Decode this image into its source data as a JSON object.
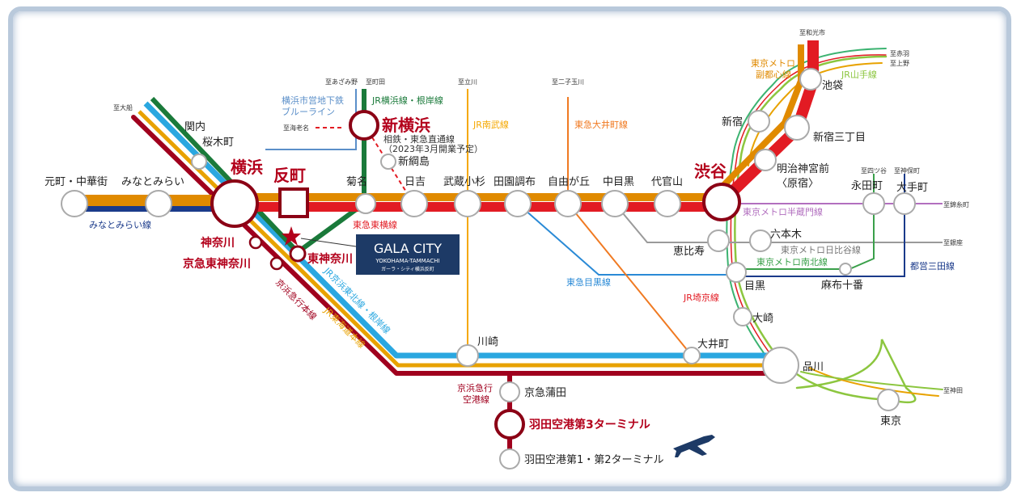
{
  "colors": {
    "tokyu_toyoko": "#e21b23",
    "minatomirai_orange": "#e08a00",
    "keikyu": "#c8102e",
    "keikyu_dark": "#a0001e",
    "jr_keihin_tohoku": "#2aa7e0",
    "jr_yokohama": "#1a7a3a",
    "jr_tokaido": "#e8a200",
    "jr_nambu": "#f5a800",
    "oimachi": "#f07a22",
    "meguro_line": "#2a8ad6",
    "namboku": "#3aa04a",
    "hanzomon": "#b26fbf",
    "hibiya": "#9a9a9a",
    "mita": "#1a3a8a",
    "yamanote": "#8cc63f",
    "saikyo": "#3cb371",
    "subway_blue": "#5b8fc9",
    "frame": "#b9c9db"
  },
  "stations": {
    "motomachi": "元町・中華街",
    "minatomirai": "みなとみらい",
    "yokohama": "横浜",
    "tammachi": "反町",
    "kannai": "関内",
    "sakuragicho": "桜木町",
    "kanagawa": "神奈川",
    "keikyu_higashikanagawa": "京急東神奈川",
    "higashikanagawa": "東神奈川",
    "kikuna": "菊名",
    "shinyokohama": "新横浜",
    "shintsunashima": "新綱島",
    "hiyoshi": "日吉",
    "musashikosugi": "武蔵小杉",
    "denenchofu": "田園調布",
    "jiyugaoka": "自由が丘",
    "nakameguro": "中目黒",
    "daikanyama": "代官山",
    "shibuya": "渋谷",
    "ebisu": "恵比寿",
    "roppongi": "六本木",
    "meguro": "目黒",
    "azabujuban": "麻布十番",
    "meijijingumae": "明治神宮前",
    "harajuku": "〈原宿〉",
    "shinjuku": "新宿",
    "shinjukusanchome": "新宿三丁目",
    "ikebukuro": "池袋",
    "nagatacho": "永田町",
    "otemachi": "大手町",
    "osaki": "大崎",
    "kawasaki": "川崎",
    "oimachi": "大井町",
    "shinagawa": "品川",
    "tokyo": "東京",
    "keikyukamata": "京急蒲田",
    "haneda3": "羽田空港第3ターミナル",
    "haneda12": "羽田空港第1・第2ターミナル"
  },
  "lines": {
    "minatomirai": "みなとみらい線",
    "tokyu_toyoko": "東急東横線",
    "keikyu_main": "京浜急行本線",
    "jr_keihin_negishi": "JR京浜東北線・根岸線",
    "jr_tokaido": "JR東海道本線",
    "jr_yokohama_negishi": "JR横浜線・根岸線",
    "subway_blue_1": "横浜市営地下鉄",
    "subway_blue_2": "ブルーライン",
    "sotetsu_1": "相鉄・東急直通線",
    "sotetsu_2": "（2023年3月開業予定）",
    "jr_nambu": "JR南武線",
    "oimachi": "東急大井町線",
    "meguro": "東急目黒線",
    "hanzomon": "東京メトロ半蔵門線",
    "hibiya": "東京メトロ日比谷線",
    "namboku": "東京メトロ南北線",
    "mita": "都営三田線",
    "saikyo": "JR埼京線",
    "yamanote": "JR山手線",
    "fukutoshin_1": "東京メトロ",
    "fukutoshin_2": "副都心線",
    "keikyu_airport_1": "京浜急行",
    "keikyu_airport_2": "空港線"
  },
  "destinations": {
    "ofuna": "至大船",
    "azamino": "至あざみ野",
    "machida": "至町田",
    "ebina": "至海老名",
    "tachikawa": "至立川",
    "futakotamagawa": "至二子玉川",
    "wakoshi": "至和光市",
    "akabane": "至赤羽",
    "ueno": "至上野",
    "yotsuya": "至四ツ谷",
    "jimbocho": "至神保町",
    "kinshicho": "至錦糸町",
    "ginza": "至銀座",
    "kanda": "至神田"
  },
  "logo": {
    "name": "GALA CITY",
    "sub": "YOKOHAMA-TAMMACHI",
    "kana": "ガーラ・シティ横浜反町"
  }
}
